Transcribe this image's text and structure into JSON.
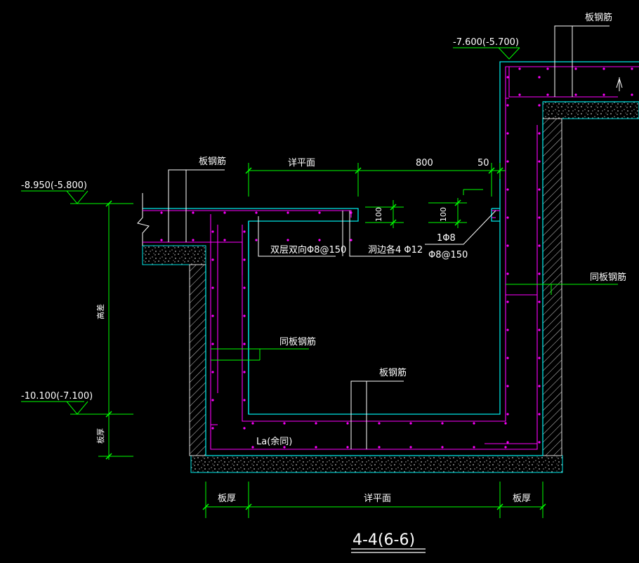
{
  "title": "4-4(6-6)",
  "colors": {
    "background": "#000000",
    "concrete_outline": "#00e5e5",
    "rebar": "#ff00ff",
    "dimension": "#00ff00",
    "leader": "#ffffff"
  },
  "elevations": {
    "right_top": "-7.600(-5.700)",
    "left_top": "-8.950(-5.800)",
    "left_bottom": "-10.100(-7.100)"
  },
  "vertical_labels": {
    "height_diff": "高差",
    "slab_thickness": "板厚"
  },
  "top_dims": {
    "plan_detail": "详平面",
    "span": "800",
    "edge": "50"
  },
  "small_dims": {
    "left_100": "100",
    "right_100": "100"
  },
  "bottom_dims": {
    "left_thickness": "板厚",
    "plan_detail": "详平面",
    "right_thickness": "板厚"
  },
  "annotations": {
    "slab_rebar_left": "板钢筋",
    "slab_rebar_top_right": "板钢筋",
    "slab_rebar_bottom": "板钢筋",
    "same_slab_rebar_left": "同板钢筋",
    "same_slab_rebar_right": "同板钢筋",
    "double_layer": "双层双向Φ8@150",
    "hole_edge": "洞边各4 Φ12",
    "bar_1": "1Φ8",
    "bar_2": "Φ8@150",
    "anchorage": "La(余同)"
  }
}
